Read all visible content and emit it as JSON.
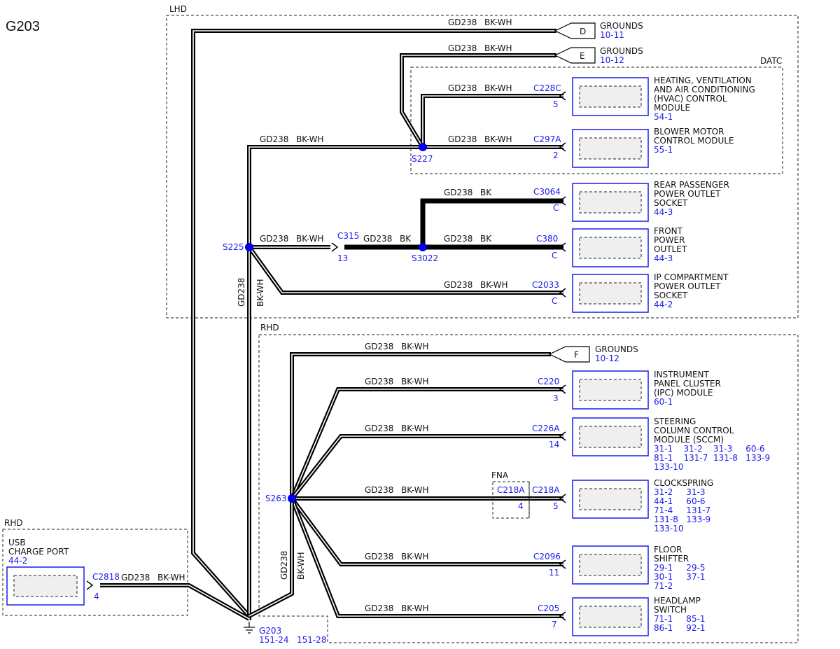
{
  "title": "G203",
  "colors": {
    "wire": "#000000",
    "ref": "#1a1aee",
    "splice": "#0000ee",
    "text": "#111111"
  },
  "zones": {
    "lhd": "LHD",
    "datc": "DATC",
    "rhd_main": "RHD",
    "rhd_usb": "RHD",
    "fna": "FNA"
  },
  "wire_label": {
    "circuit": "GD238",
    "color": "BK-WH",
    "color_bk": "BK"
  },
  "splices": {
    "s225": "S225",
    "s227": "S227",
    "s263": "S263",
    "s3022": "S3022"
  },
  "grounds": [
    {
      "tag": "D",
      "label": "GROUNDS",
      "ref": "10-11"
    },
    {
      "tag": "E",
      "label": "GROUNDS",
      "ref": "10-12"
    },
    {
      "tag": "F",
      "label": "GROUNDS",
      "ref": "10-12"
    }
  ],
  "inline_connector": {
    "name": "C315",
    "pin": "13"
  },
  "fna_connector": {
    "name": "C218A",
    "pin": "4"
  },
  "components": {
    "hvac": {
      "conn": "C228C",
      "pin": "5",
      "lines": [
        "HEATING, VENTILATION",
        "AND AIR CONDITIONING",
        "(HVAC) CONTROL",
        "MODULE"
      ],
      "refs": [
        "54-1"
      ]
    },
    "blower": {
      "conn": "C297A",
      "pin": "2",
      "lines": [
        "BLOWER MOTOR",
        "CONTROL MODULE"
      ],
      "refs": [
        "55-1"
      ]
    },
    "rear_outlet": {
      "conn": "C3064",
      "pin": "C",
      "lines": [
        "REAR PASSENGER",
        "POWER OUTLET",
        "SOCKET"
      ],
      "refs": [
        "44-3"
      ]
    },
    "front_outlet": {
      "conn": "C380",
      "pin": "C",
      "lines": [
        "FRONT",
        "POWER",
        "OUTLET"
      ],
      "refs": [
        "44-3"
      ]
    },
    "ip_outlet": {
      "conn": "C2033",
      "pin": "C",
      "lines": [
        "IP COMPARTMENT",
        "POWER OUTLET",
        "SOCKET"
      ],
      "refs": [
        "44-2"
      ]
    },
    "ipc": {
      "conn": "C220",
      "pin": "3",
      "lines": [
        "INSTRUMENT",
        "PANEL CLUSTER",
        "(IPC) MODULE"
      ],
      "refs": [
        "60-1"
      ]
    },
    "sccm": {
      "conn": "C226A",
      "pin": "14",
      "lines": [
        "STEERING",
        "COLUMN CONTROL",
        "MODULE (SCCM)"
      ],
      "refs": [
        "31-1    31-2    31-3     60-6",
        "81-1    131-7  131-8   133-9",
        "133-10"
      ]
    },
    "clockspring": {
      "conn": "C218A",
      "pin": "5",
      "lines": [
        "CLOCKSPRING"
      ],
      "refs": [
        "31-2     31-3",
        "44-1     60-6",
        "71-4     131-7",
        "131-8   133-9",
        "133-10"
      ]
    },
    "floor_shifter": {
      "conn": "C2096",
      "pin": "11",
      "lines": [
        "FLOOR",
        "SHIFTER"
      ],
      "refs": [
        "29-1     29-5",
        "30-1     37-1",
        "71-2"
      ]
    },
    "headlamp": {
      "conn": "C205",
      "pin": "7",
      "lines": [
        "HEADLAMP",
        "SWITCH"
      ],
      "refs": [
        "71-1     85-1",
        "86-1     92-1"
      ]
    },
    "usb": {
      "conn": "C2818",
      "pin": "4",
      "lines": [
        "USB",
        "CHARGE PORT"
      ],
      "refs": [
        "44-2"
      ]
    }
  },
  "ground_point": {
    "name": "G203",
    "refs": "151-24   151-28"
  }
}
